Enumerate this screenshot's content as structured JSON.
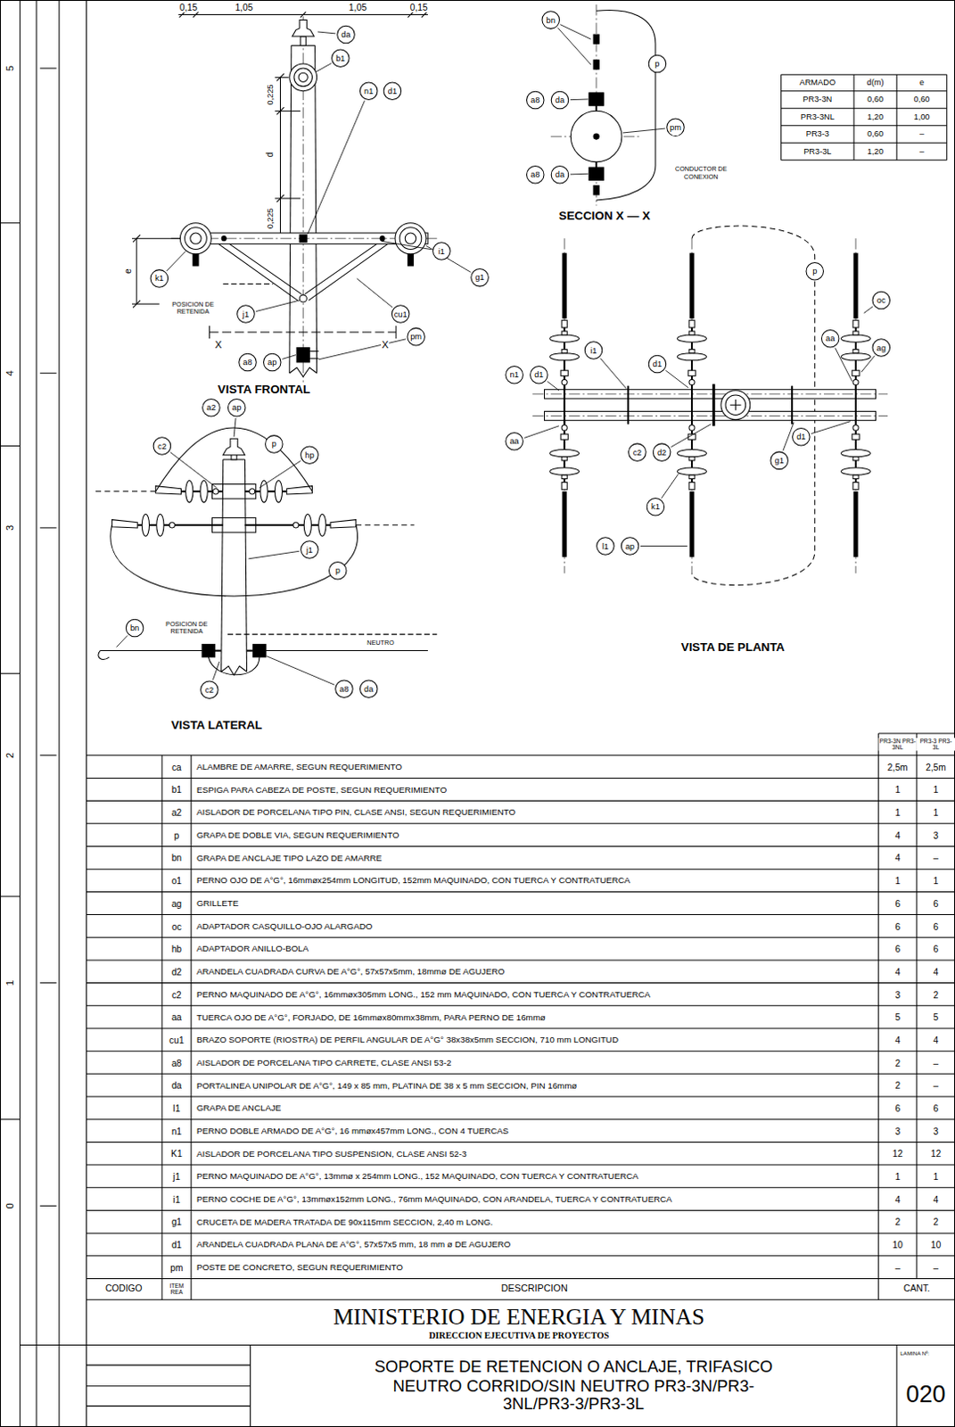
{
  "diagram": {
    "title": "SOPORTE DE RETENCION O ANCLAJE, TRIFASICO NEUTRO CORRIDO/SIN NEUTRO PR3-3N/PR3-3NL/PR3-3/PR3-3L",
    "labels": [
      "5",
      "4",
      "3",
      "2",
      "1",
      "0",
      "0,15",
      "1,05",
      "1,05",
      "0,15",
      "da",
      "b1",
      "0,225",
      "n1",
      "d1",
      "d",
      "0,225",
      "e",
      "k1",
      "POSICION DE RETENIDA",
      "j1",
      "cu1",
      "i1",
      "g1",
      "X",
      "X",
      "a8",
      "ap",
      "pm",
      "VISTA FRONTAL",
      "bn",
      "p",
      "a8",
      "da",
      "pm",
      "CONDUCTOR DE CONEXION",
      "a8",
      "da",
      "SECCION X — X",
      "ARMADO",
      "d(m)",
      "e",
      "PR3-3N",
      "0,60",
      "0,60",
      "PR3-3NL",
      "1,20",
      "1,00",
      "PR3-3",
      "0,60",
      "–",
      "PR3-3L",
      "1,20",
      "–",
      "a2",
      "ap",
      "p",
      "c2",
      "hp",
      "POSICION DE RETENIDA",
      "bn",
      "p",
      "j1",
      "NEUTRO",
      "c2",
      "a8",
      "da",
      "VISTA LATERAL",
      "p",
      "i1",
      "oc",
      "n1",
      "d1",
      "d1",
      "aa",
      "ag",
      "aa",
      "c2",
      "d2",
      "d1",
      "g1",
      "k1",
      "l1",
      "ap",
      "VISTA DE PLANTA",
      "PR3-3N PR3-3NL",
      "PR3-3 PR3-3L",
      "ca",
      "ALAMBRE DE AMARRE, SEGUN REQUERIMIENTO",
      "2,5m",
      "2,5m",
      "b1",
      "ESPIGA PARA CABEZA DE POSTE, SEGUN REQUERIMIENTO",
      "1",
      "1",
      "a2",
      "AISLADOR DE PORCELANA TIPO PIN, CLASE ANSI, SEGUN REQUERIMIENTO",
      "1",
      "1",
      "p",
      "GRAPA DE DOBLE VIA, SEGUN REQUERIMIENTO",
      "4",
      "3",
      "bn",
      "GRAPA DE ANCLAJE TIPO LAZO DE AMARRE",
      "4",
      "–",
      "o1",
      "PERNO OJO DE A°G°, 16mmøx254mm LONGITUD, 152mm MAQUINADO, CON TUERCA Y CONTRATUERCA",
      "1",
      "1",
      "ag",
      "GRILLETE",
      "6",
      "6",
      "oc",
      "ADAPTADOR CASQUILLO-OJO ALARGADO",
      "6",
      "6",
      "hb",
      "ADAPTADOR ANILLO-BOLA",
      "6",
      "6",
      "d2",
      "ARANDELA CUADRADA CURVA DE A°G°, 57x57x5mm, 18mmø DE AGUJERO",
      "4",
      "4",
      "c2",
      "PERNO MAQUINADO DE A°G°, 16mmøx305mm LONG., 152 mm MAQUINADO, CON TUERCA Y CONTRATUERCA",
      "3",
      "2",
      "aa",
      "TUERCA OJO DE A°G°, FORJADO, DE 16mmøx80mmx38mm, PARA PERNO DE 16mmø",
      "5",
      "5",
      "cu1",
      "BRAZO SOPORTE (RIOSTRA) DE PERFIL ANGULAR DE A°G° 38x38x5mm SECCION, 710 mm LONGITUD",
      "4",
      "4",
      "a8",
      "AISLADOR DE PORCELANA TIPO CARRETE, CLASE ANSI 53-2",
      "2",
      "–",
      "da",
      "PORTALINEA UNIPOLAR DE A°G°, 149 x 85 mm, PLATINA DE 38 x 5 mm SECCION, PIN 16mmø",
      "2",
      "–",
      "l1",
      "GRAPA DE ANCLAJE",
      "6",
      "6",
      "n1",
      "PERNO DOBLE ARMADO DE A°G°, 16 mmøx457mm LONG., CON 4 TUERCAS",
      "3",
      "3",
      "K1",
      "AISLADOR DE PORCELANA TIPO SUSPENSION, CLASE ANSI 52-3",
      "12",
      "12",
      "j1",
      "PERNO MAQUINADO DE A°G°, 13mmø x 254mm LONG., 152 MAQUINADO, CON TUERCA Y CONTRATUERCA",
      "1",
      "1",
      "i1",
      "PERNO COCHE DE A°G°, 13mmøx152mm LONG., 76mm MAQUINADO, CON ARANDELA, TUERCA Y CONTRATUERCA",
      "4",
      "4",
      "g1",
      "CRUCETA DE MADERA TRATADA DE 90x115mm SECCION, 2,40 m LONG.",
      "2",
      "2",
      "d1",
      "ARANDELA CUADRADA PLANA DE A°G°, 57x57x5 mm, 18 mm ø DE AGUJERO",
      "10",
      "10",
      "pm",
      "POSTE DE CONCRETO, SEGUN REQUERIMIENTO",
      "–",
      "–",
      "CODIGO",
      "ITEM REA",
      "DESCRIPCION",
      "CANT.",
      "MINISTERIO DE ENERGIA Y MINAS",
      "DIRECCION EJECUTIVA DE PROYECTOS",
      "LAMINA Nº:",
      "020"
    ]
  }
}
